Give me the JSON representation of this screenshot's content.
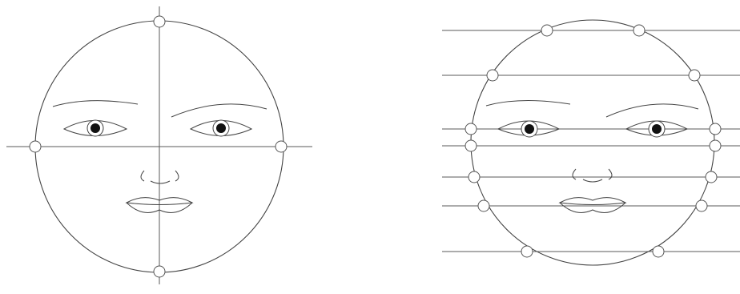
{
  "diagrams": [
    {
      "id": "left",
      "description_name": "face-proportion-cross",
      "guide_lines": [
        "vertical-midline",
        "horizontal-eye-line"
      ],
      "landmark_points": [
        "top",
        "left",
        "right",
        "bottom"
      ]
    },
    {
      "id": "right",
      "description_name": "face-proportion-horizontal-guides",
      "guide_lines": [
        "brow-top",
        "forehead",
        "eye",
        "eye-lower",
        "nose",
        "mouth",
        "chin"
      ],
      "landmark_points": [
        "top-left",
        "top-right",
        "forehead-left",
        "forehead-right",
        "eye-left",
        "eye-right",
        "eye-lower-left",
        "eye-lower-right",
        "nose-left",
        "nose-right",
        "mouth-left",
        "mouth-right",
        "chin-left",
        "chin-right"
      ]
    }
  ],
  "colors": {
    "line": "#5a5a5a",
    "outline": "#444444",
    "pupil": "#111111",
    "background": "#ffffff"
  }
}
